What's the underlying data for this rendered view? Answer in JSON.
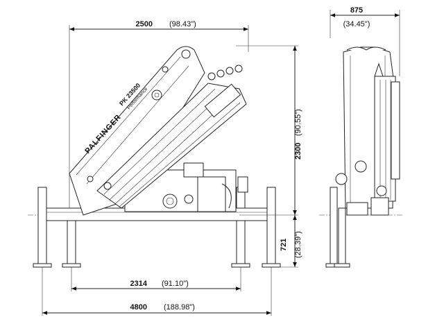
{
  "brand": {
    "name": "PALFINGER",
    "model": "PK 23500",
    "tagline": "Performance"
  },
  "dimensions": {
    "top_width": {
      "mm": "2500",
      "inch": "(98.43\")"
    },
    "side_width": {
      "mm": "875",
      "inch": "(34.45\")"
    },
    "total_height": {
      "mm": "2300",
      "inch": "(90.55\")"
    },
    "below_base": {
      "mm": "721",
      "inch": "(28.39\")"
    },
    "stabilizer_inner": {
      "mm": "2314",
      "inch": "(91.10\")"
    },
    "stabilizer_outer": {
      "mm": "4800",
      "inch": "(188.98\")"
    }
  }
}
